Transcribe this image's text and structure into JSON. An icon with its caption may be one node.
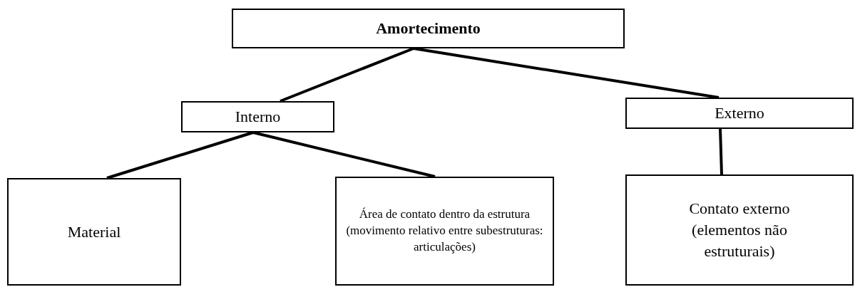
{
  "diagram": {
    "nodes": [
      {
        "text": [
          "Amortecimento"
        ]
      },
      {
        "text": [
          "Interno"
        ]
      },
      {
        "text": [
          "Externo"
        ]
      },
      {
        "text": [
          "Material"
        ]
      },
      {
        "text": [
          "Área de contato dentro da estrutura (movimento relativo entre subestruturas: articulações)"
        ]
      },
      {
        "text": [
          "Contato externo (elementos não estruturais)"
        ]
      }
    ],
    "edges": [
      {
        "from": 0,
        "to": 1,
        "arrow": "none"
      },
      {
        "from": 0,
        "to": 2,
        "arrow": "none"
      },
      {
        "from": 1,
        "to": 3,
        "arrow": "none"
      },
      {
        "from": 1,
        "to": 4,
        "arrow": "none"
      },
      {
        "from": 2,
        "to": 5,
        "arrow": "none"
      }
    ]
  }
}
